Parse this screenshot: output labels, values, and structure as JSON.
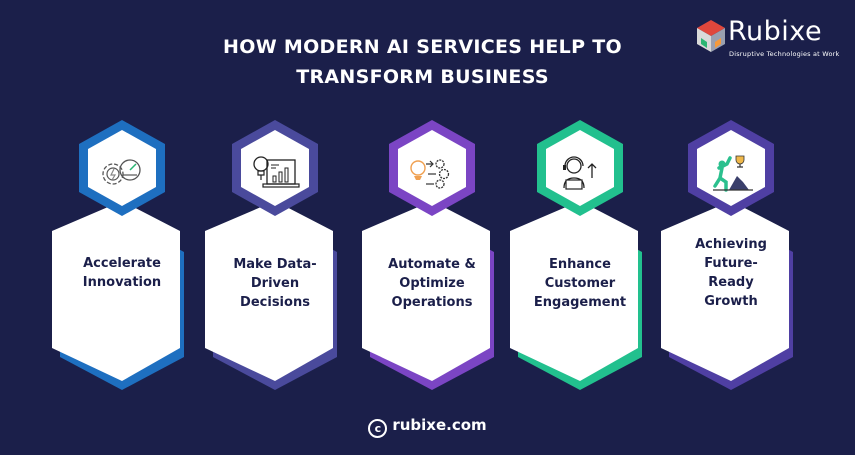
{
  "header": {
    "title_line1": "HOW MODERN AI SERVICES HELP TO",
    "title_line2": "TRANSFORM BUSINESS"
  },
  "logo": {
    "name": "Rubixe",
    "tagline": "Disruptive Technologies at Work"
  },
  "cards": [
    {
      "icon": "gear-speedometer-icon",
      "color": "#1e6fc0",
      "lines": [
        "Accelerate",
        "Innovation"
      ]
    },
    {
      "icon": "lightbulb-laptop-chart-icon",
      "color": "#4a4a9c",
      "lines": [
        "Make Data-",
        "Driven",
        "Decisions"
      ]
    },
    {
      "icon": "lightbulb-gears-icon",
      "color": "#7b45c4",
      "lines": [
        "Automate &",
        "Optimize",
        "Operations"
      ]
    },
    {
      "icon": "support-agent-icon",
      "color": "#22c08e",
      "lines": [
        "Enhance",
        "Customer",
        "Engagement"
      ]
    },
    {
      "icon": "climber-trophy-icon",
      "color": "#4f3fa3",
      "lines": [
        "Achieving",
        "Future-",
        "Ready",
        "Growth"
      ]
    }
  ],
  "footer": {
    "copyright_symbol": "c",
    "site": "rubixe.com"
  },
  "colors": {
    "background": "#1b1f4a",
    "text_dark": "#1b1f4a"
  }
}
